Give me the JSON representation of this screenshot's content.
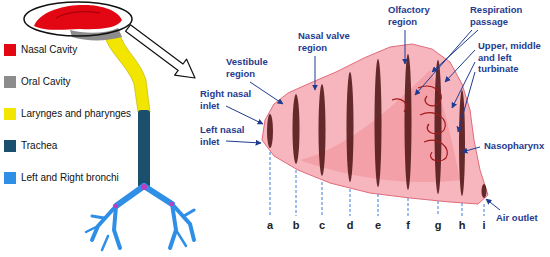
{
  "diagram": {
    "labels": [
      "Right nasal inlet",
      "Left nasal inlet",
      "Vestibule region",
      "Nasal valve region",
      "Olfactory region",
      "Respiration passage",
      "Upper, middle and left turbinate",
      "Nasopharynx",
      "Air outlet",
      "a",
      "b",
      "c",
      "d",
      "e",
      "f",
      "g",
      "h",
      "i"
    ],
    "legend": [
      {
        "text": "Nasal Cavity",
        "color": "#e30613"
      },
      {
        "text": "Oral Cavity",
        "color": "#8c8c8c"
      },
      {
        "text": "Larynges and pharynges",
        "color": "#f2e600"
      },
      {
        "text": "Trachea",
        "color": "#1b4f6e"
      },
      {
        "text": "Left and Right bronchi",
        "color": "#2f8fe6"
      }
    ]
  }
}
